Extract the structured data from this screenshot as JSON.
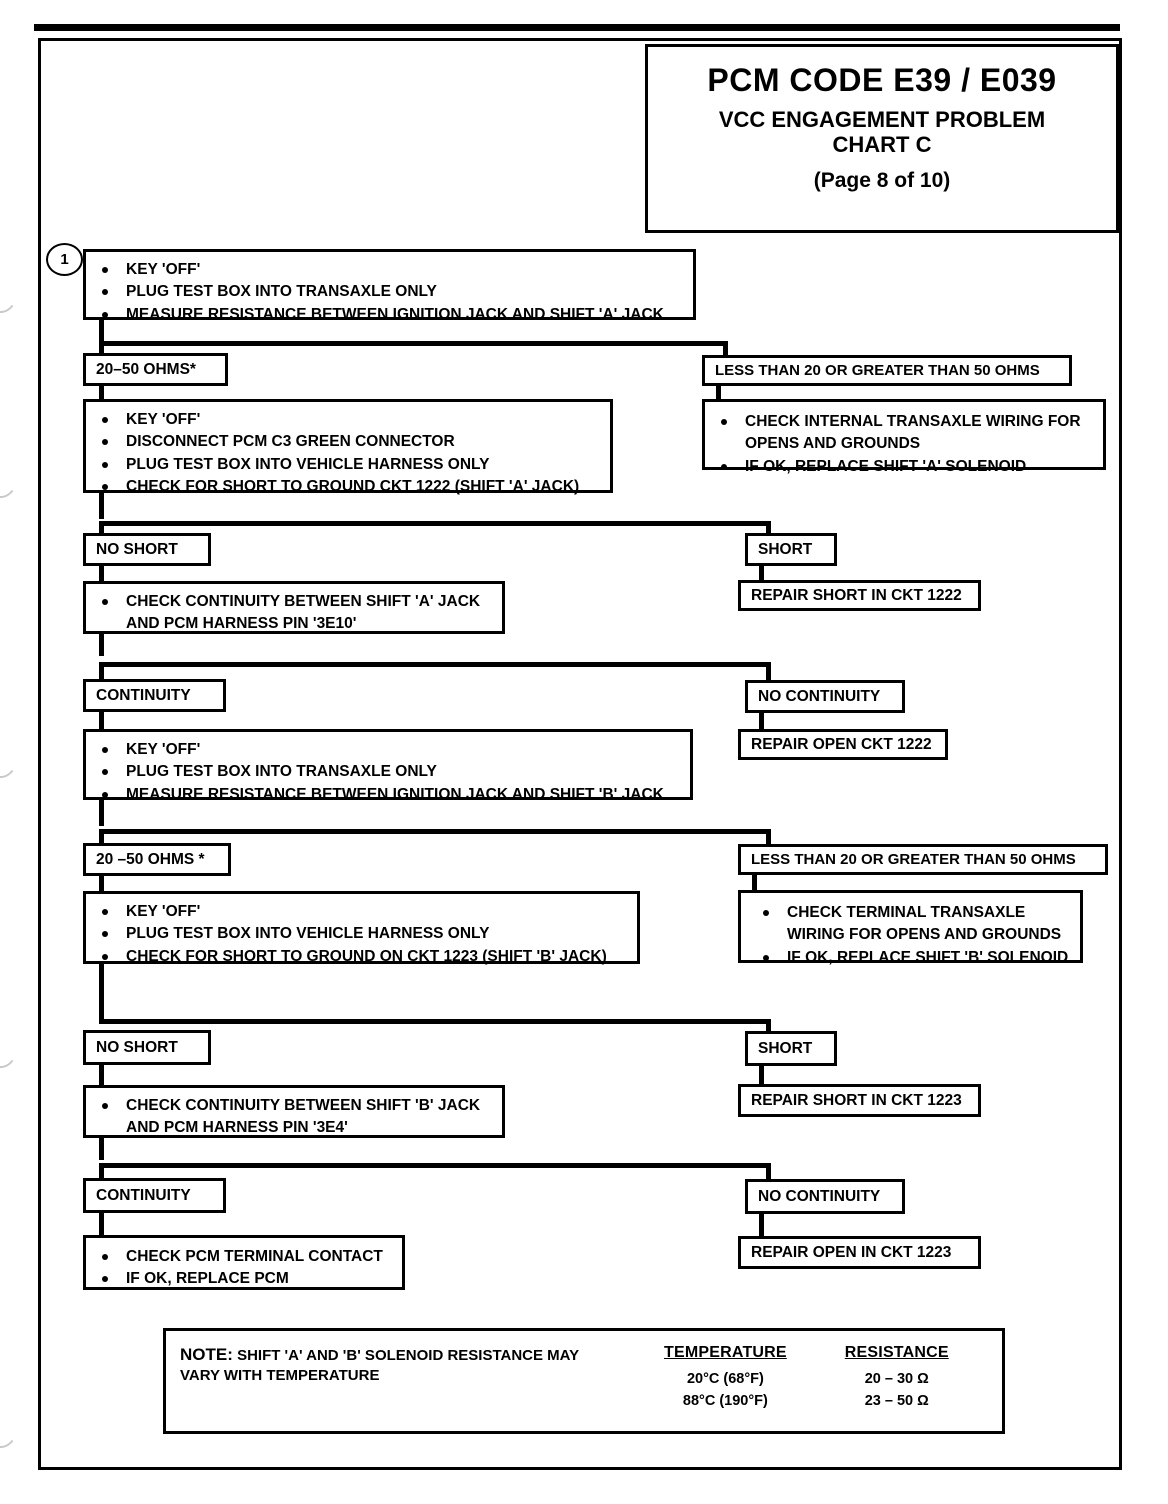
{
  "page": {
    "title_line_1": "PCM CODE E39 / E039",
    "title_line_2": "VCC ENGAGEMENT PROBLEM",
    "title_line_3": "CHART C",
    "title_line_4": "(Page 8 of 10)"
  },
  "marker": {
    "step_1": "1"
  },
  "nodes": {
    "step1": {
      "b1": "KEY  'OFF'",
      "b2": "PLUG TEST BOX INTO TRANSAXLE ONLY",
      "b3": "MEASURE RESISTANCE BETWEEN  IGNITION JACK AND SHIFT 'A' JACK"
    },
    "ohms_a_ok": "20–50 OHMS*",
    "ohms_a_bad": "LESS THAN 20 OR GREATER THAN 50 OHMS",
    "transaxle_a": {
      "b1": "CHECK INTERNAL TRANSAXLE WIRING FOR",
      "b1b": "OPENS AND GROUNDS",
      "b2": "IF OK, REPLACE SHIFT 'A' SOLENOID"
    },
    "short_check_a": {
      "b1": "KEY  'OFF'",
      "b2": "DISCONNECT PCM C3 GREEN CONNECTOR",
      "b3": "PLUG TEST BOX INTO VEHICLE HARNESS ONLY",
      "b4": "CHECK FOR SHORT TO GROUND CKT 1222 (SHIFT 'A' JACK)"
    },
    "no_short_a": "NO SHORT",
    "short_a": "SHORT",
    "repair_short_1222": "REPAIR SHORT IN CKT 1222",
    "continuity_check_a": {
      "b1": "CHECK CONTINUITY BETWEEN SHIFT 'A' JACK",
      "b1b": "AND PCM HARNESS PIN '3E10'"
    },
    "continuity_a": "CONTINUITY",
    "no_continuity_a": "NO CONTINUITY",
    "repair_open_1222": "REPAIR OPEN CKT 1222",
    "step_b": {
      "b1": "KEY 'OFF'",
      "b2": "PLUG TEST BOX INTO TRANSAXLE ONLY",
      "b3": "MEASURE RESISTANCE BETWEEN IGNITION JACK AND SHIFT 'B' JACK"
    },
    "ohms_b_ok": "20 –50 OHMS *",
    "ohms_b_bad": "LESS THAN 20 OR GREATER THAN 50 OHMS",
    "transaxle_b": {
      "b1": "CHECK TERMINAL TRANSAXLE",
      "b1b": "WIRING FOR OPENS AND GROUNDS",
      "b2": "IF OK, REPLACE SHIFT 'B' SOLENOID"
    },
    "short_check_b": {
      "b1": "KEY 'OFF'",
      "b2": "PLUG TEST BOX INTO VEHICLE HARNESS ONLY",
      "b3": "CHECK FOR SHORT TO GROUND ON CKT 1223 (SHIFT 'B' JACK)"
    },
    "no_short_b": "NO SHORT",
    "short_b": "SHORT",
    "repair_short_1223": "REPAIR SHORT IN CKT 1223",
    "continuity_check_b": {
      "b1": "CHECK CONTINUITY BETWEEN SHIFT 'B' JACK",
      "b1b": "AND PCM HARNESS PIN '3E4'"
    },
    "continuity_b": "CONTINUITY",
    "no_continuity_b": "NO CONTINUITY",
    "repair_open_1223": "REPAIR OPEN IN CKT 1223",
    "final": {
      "b1": "CHECK PCM TERMINAL CONTACT",
      "b2": "IF OK, REPLACE PCM"
    }
  },
  "note": {
    "lead": "NOTE:",
    "text_line_1": "SHIFT 'A' AND 'B' SOLENOID RESISTANCE MAY",
    "text_line_2": "VARY WITH TEMPERATURE",
    "header_temperature": "TEMPERATURE",
    "header_resistance": "RESISTANCE",
    "rows": [
      {
        "temperature": "20°C (68°F)",
        "resistance": "20 – 30  Ω"
      },
      {
        "temperature": "88°C (190°F)",
        "resistance": "23 – 50  Ω"
      }
    ]
  }
}
